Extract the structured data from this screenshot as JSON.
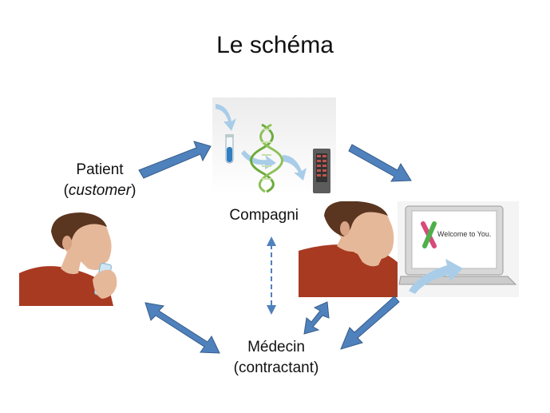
{
  "title": "Le schéma",
  "nodes": {
    "patient": {
      "line1": "Patient",
      "line2_open": "(",
      "line2_em": "customer",
      "line2_close": ")"
    },
    "company": {
      "label": "Compagnie"
    },
    "doctor": {
      "line1": "Médecin",
      "line2": "(contractant)"
    }
  },
  "laptop_screen": {
    "text": "Welcome to You."
  },
  "colors": {
    "arrow_fill": "#4f81bd",
    "arrow_stroke": "#385d8a",
    "panel_bg": "#dcdcdc",
    "shirt": "#a83a22",
    "skin": "#e6b89a",
    "hair": "#5a3520",
    "light_arrow": "#a9cde8"
  },
  "icons": [
    "test-tube-icon",
    "dna-helix-icon",
    "chip-icon",
    "laptop-icon",
    "saliva-tube-icon"
  ]
}
